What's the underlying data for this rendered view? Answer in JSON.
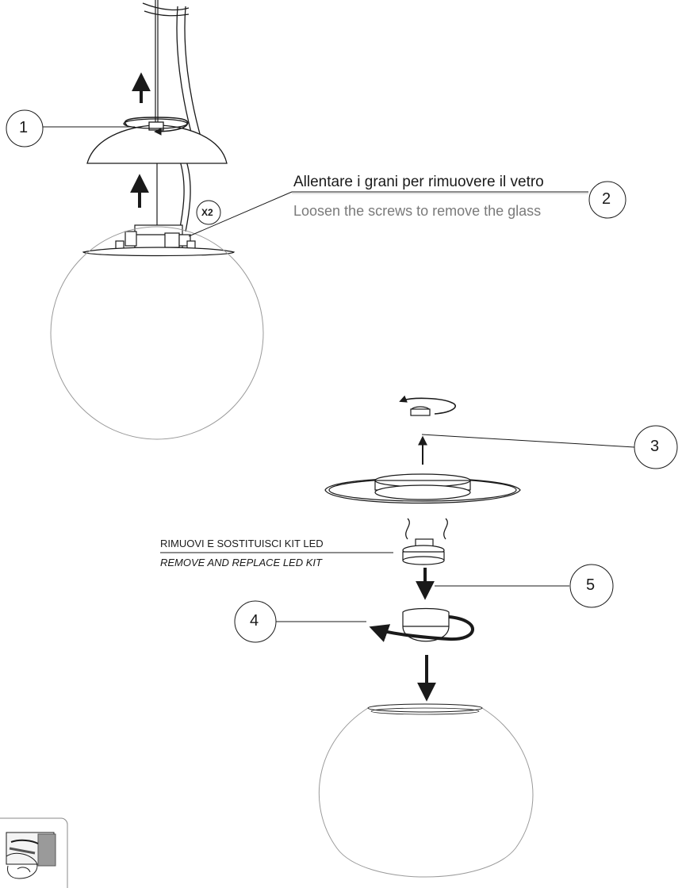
{
  "callouts": {
    "step1": "1",
    "step2": "2",
    "step3": "3",
    "step4": "4",
    "step5": "5",
    "badge_x2": "X2"
  },
  "instructions": {
    "loosen_it": "Allentare i grani per rimuovere il vetro",
    "loosen_en": "Loosen the screws to remove the glass",
    "replace_it": "RIMUOVI E SOSTITUISCI KIT LED",
    "replace_en": "REMOVE AND REPLACE LED KIT"
  },
  "icons": {
    "inset": "hand-holding-tool-icon"
  },
  "colors": {
    "line": "#1a1a1a",
    "globe": "#9a9a9a",
    "secondary_text": "#7a7a7a"
  }
}
